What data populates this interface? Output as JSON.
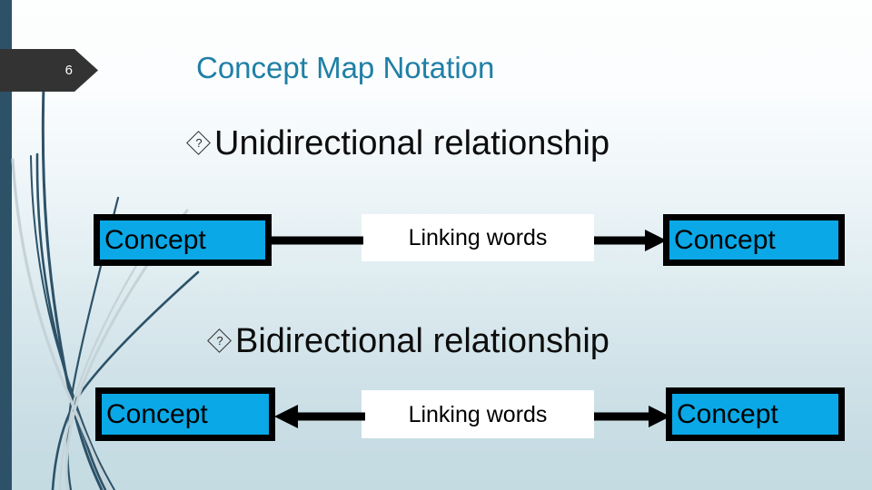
{
  "slide": {
    "number": "6",
    "title": "Concept Map Notation",
    "background_top_color": "#fdfefe",
    "background_bottom_color": "#c4dbe2",
    "title_color": "#1f7fa6",
    "badge_color": "#333333",
    "accent_color": "#0aa8e6",
    "decor_dark_color": "#2d5268",
    "decor_light_color": "#c5d3d8"
  },
  "sections": [
    {
      "bullet_glyph": "?",
      "heading": "Unidirectional relationship",
      "left_box": "Concept",
      "link_label": "Linking words",
      "right_box": "Concept",
      "arrow_direction": "right"
    },
    {
      "bullet_glyph": "?",
      "heading": "Bidirectional relationship",
      "left_box": "Concept",
      "link_label": "Linking words",
      "right_box": "Concept",
      "arrow_direction": "both"
    }
  ]
}
